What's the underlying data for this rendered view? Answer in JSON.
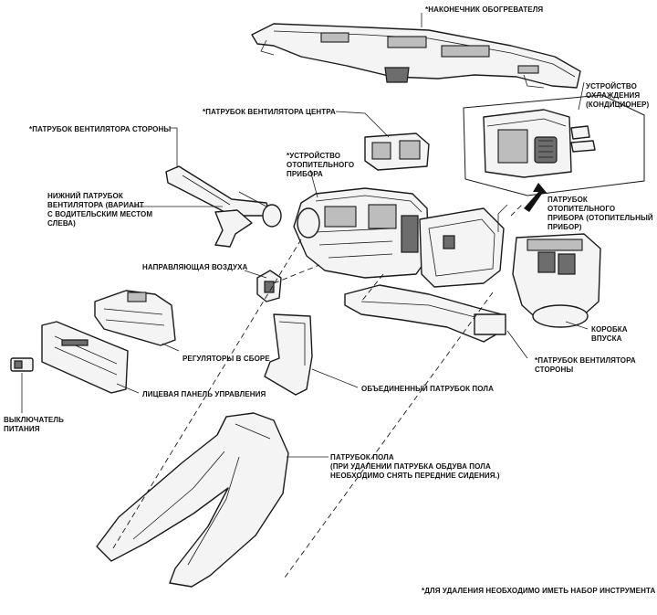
{
  "labels": {
    "heater_tip": "*НАКОНЕЧНИК ОБОГРЕВАТЕЛЯ",
    "cooling_unit": "УСТРОЙСТВО\nОХЛАЖДЕНИЯ\n(КОНДИЦИОНЕР)",
    "center_fan_duct": "*ПАТРУБОК ВЕНТИЛЯТОРА ЦЕНТРА",
    "side_fan_duct_left": "*ПАТРУБОК ВЕНТИЛЯТОРА СТОРОНЫ",
    "heater_unit": "*УСТРОЙСТВО\nОТОПИТЕЛЬНОГО\nПРИБОРА",
    "lower_fan_duct": "НИЖНИЙ ПАТРУБОК\nВЕНТИЛЯТОРА (ВАРИАНТ\nС ВОДИТЕЛЬСКИМ МЕСТОМ\nСЛЕВА)",
    "heater_side_duct": "ПАТРУБОК ОТОПИТЕЛЬНОГО\nПРИБОРА (ОТОПИТЕЛЬНЫЙ\nПРИБОР)",
    "air_guide": "НАПРАВЛЯЮЩАЯ ВОЗДУХА",
    "intake_box": "КОРОБКА ВПУСКА",
    "controls_assy": "РЕГУЛЯТОРЫ В СБОРЕ",
    "side_fan_duct_right": "*ПАТРУБОК ВЕНТИЛЯТОРА\nСТОРОНЫ",
    "front_control_panel": "ЛИЦЕВАЯ ПАНЕЛЬ УПРАВЛЕНИЯ",
    "combined_floor_duct": "ОБЪЕДИНЕННЫЙ ПАТРУБОК ПОЛА",
    "power_switch": "ВЫКЛЮЧАТЕЛЬ\nПИТАНИЯ",
    "floor_duct": "ПАТРУБОК ПОЛА\n(ПРИ УДАЛЕНИИ ПАТРУБКА ОБДУВА ПОЛА\nНЕОБХОДИМО СНЯТЬ ПЕРЕДНИЕ СИДЕНИЯ.)",
    "footnote": "*ДЛЯ УДАЛЕНИЯ НЕОБХОДИМО ИМЕТЬ НАБОР ИНСТРУМЕНТА"
  }
}
